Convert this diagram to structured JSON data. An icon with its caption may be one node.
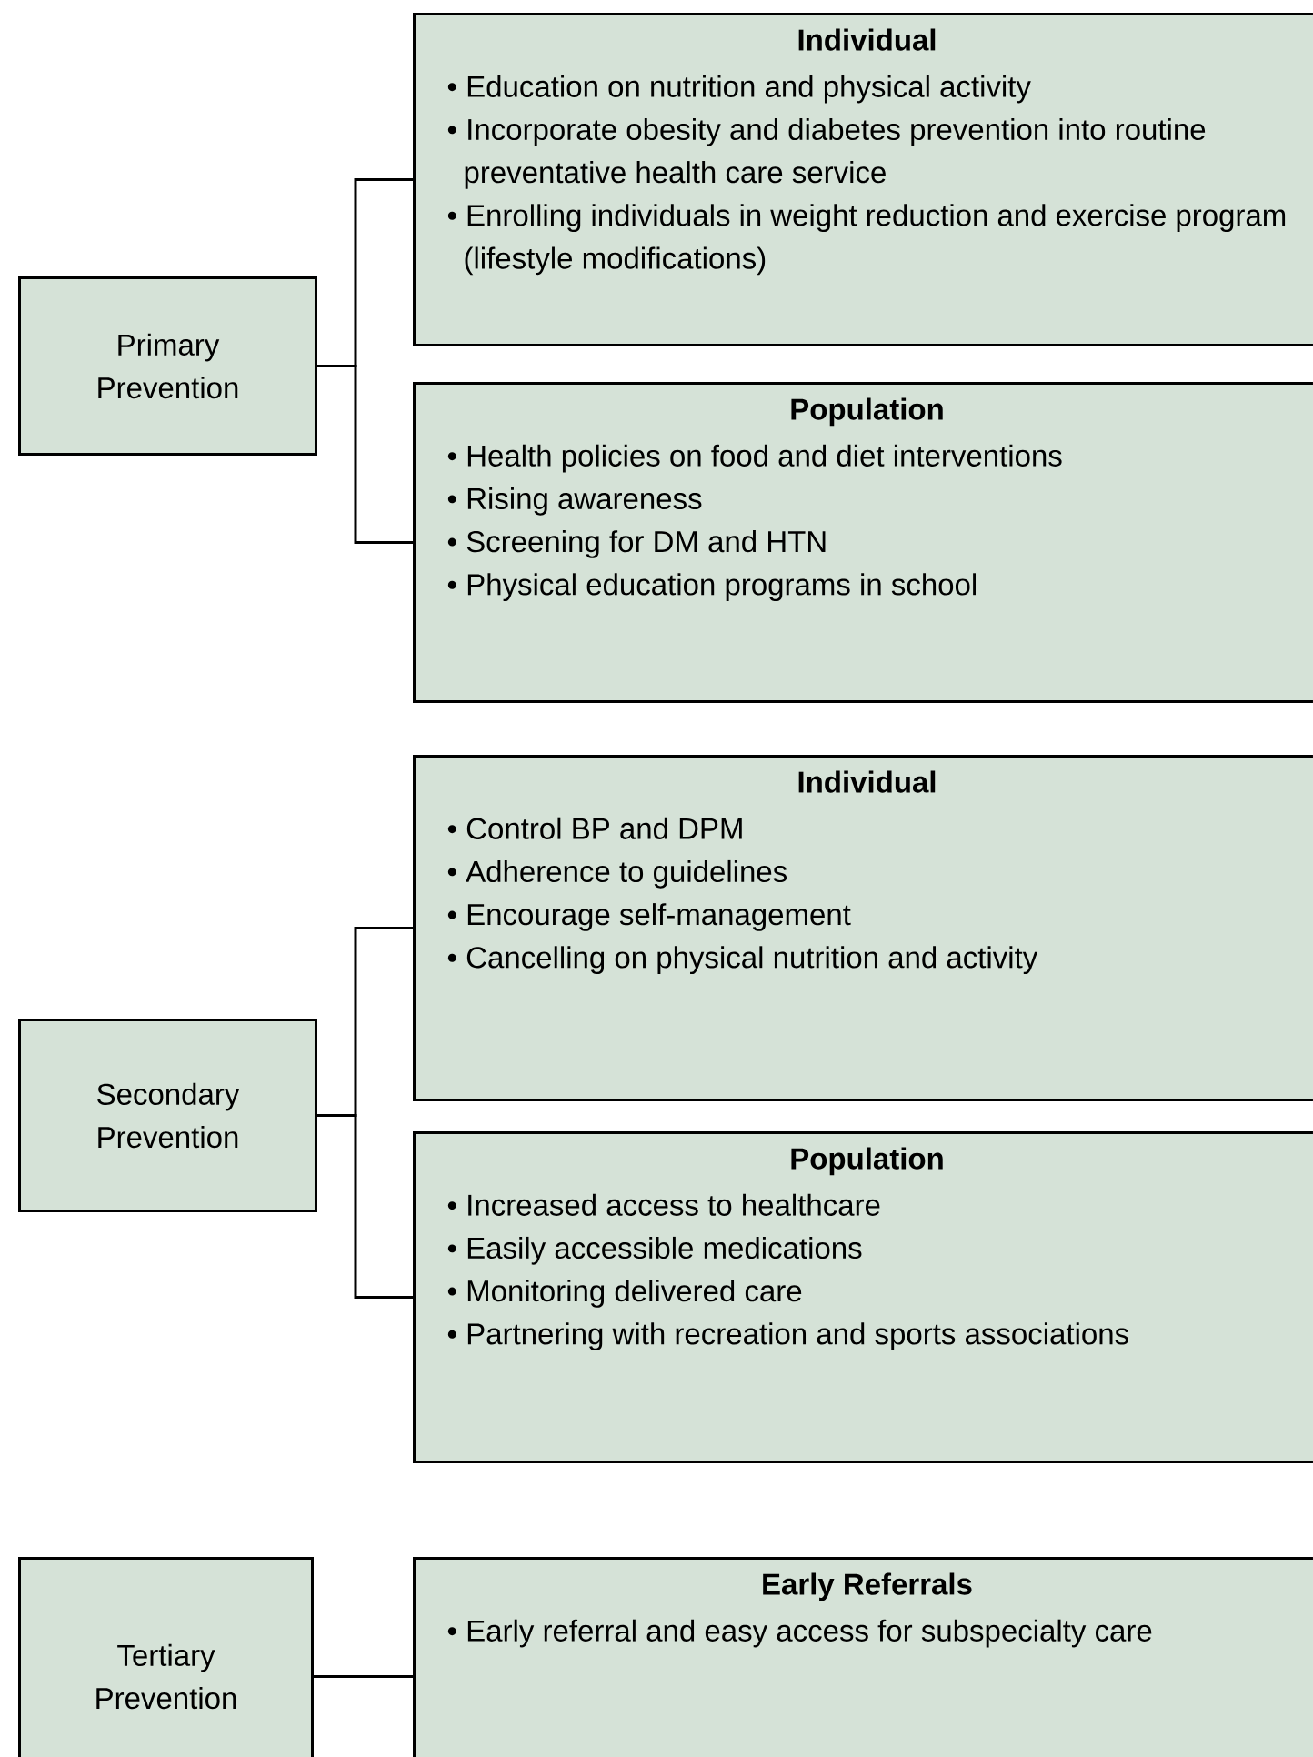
{
  "diagram": {
    "nodes": [
      {
        "text": [
          "Primary Prevention"
        ]
      },
      {
        "text": [
          "Individual",
          "• Education on nutrition and physical activity",
          "• Incorporate obesity and diabetes prevention into routine preventative health care service",
          "• Enrolling individuals in weight reduction and exercise program (lifestyle modifications)"
        ]
      },
      {
        "text": [
          "Population",
          "• Health policies on food and diet interventions",
          "• Rising awareness",
          "• Screening for DM and HTN",
          "• Physical education programs in school"
        ]
      },
      {
        "text": [
          "Secondary Prevention"
        ]
      },
      {
        "text": [
          "Individual",
          "• Control BP and DPM",
          "• Adherence to guidelines",
          "• Encourage self-management",
          "• Cancelling on physical nutrition and activity"
        ]
      },
      {
        "text": [
          "Population",
          "• Increased access to healthcare",
          "• Easily accessible medications",
          "• Monitoring delivered care",
          "• Partnering with recreation and sports associations"
        ]
      },
      {
        "text": [
          "Tertiary Prevention"
        ]
      },
      {
        "text": [
          "Early Referrals",
          "• Early referral and easy access for subspecialty care"
        ]
      }
    ],
    "edges": [
      {
        "from": 0,
        "to": 1,
        "arrow": "none"
      },
      {
        "from": 0,
        "to": 2,
        "arrow": "none"
      },
      {
        "from": 3,
        "to": 4,
        "arrow": "none"
      },
      {
        "from": 3,
        "to": 5,
        "arrow": "none"
      },
      {
        "from": 6,
        "to": 7,
        "arrow": "none"
      }
    ]
  }
}
